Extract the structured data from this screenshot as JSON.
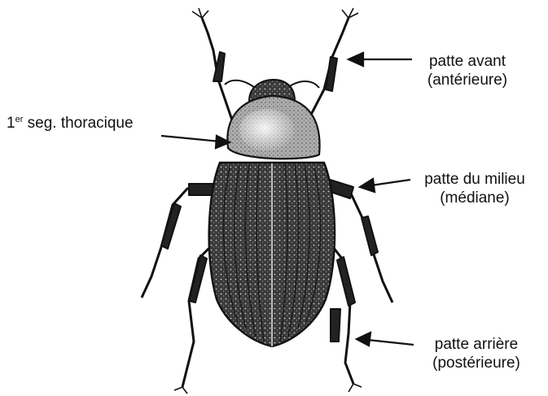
{
  "labels": {
    "front_leg": {
      "line1": "patte avant",
      "line2": "(antérieure)"
    },
    "middle_leg": {
      "line1": "patte du milieu",
      "line2": "(médiane)"
    },
    "rear_leg": {
      "line1": "patte arrière",
      "line2": "(postérieure)"
    },
    "thorax": {
      "ordinal_num": "1",
      "ordinal_sup": "er",
      "text": " seg. thoracique"
    }
  },
  "colors": {
    "ink": "#111111",
    "background": "#ffffff"
  }
}
